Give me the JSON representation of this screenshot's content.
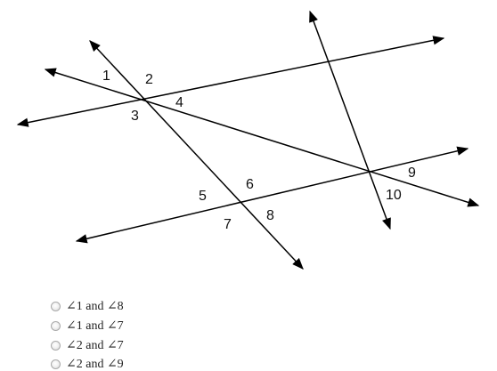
{
  "diagram": {
    "angle_labels": [
      "1",
      "2",
      "3",
      "4",
      "5",
      "6",
      "7",
      "8",
      "9",
      "10"
    ]
  },
  "choices": [
    {
      "label": "∠1 and ∠8"
    },
    {
      "label": "∠1 and ∠7"
    },
    {
      "label": "∠2 and ∠7"
    },
    {
      "label": "∠2 and ∠9"
    }
  ],
  "colors": {
    "line": "#000000",
    "text": "#111111"
  }
}
